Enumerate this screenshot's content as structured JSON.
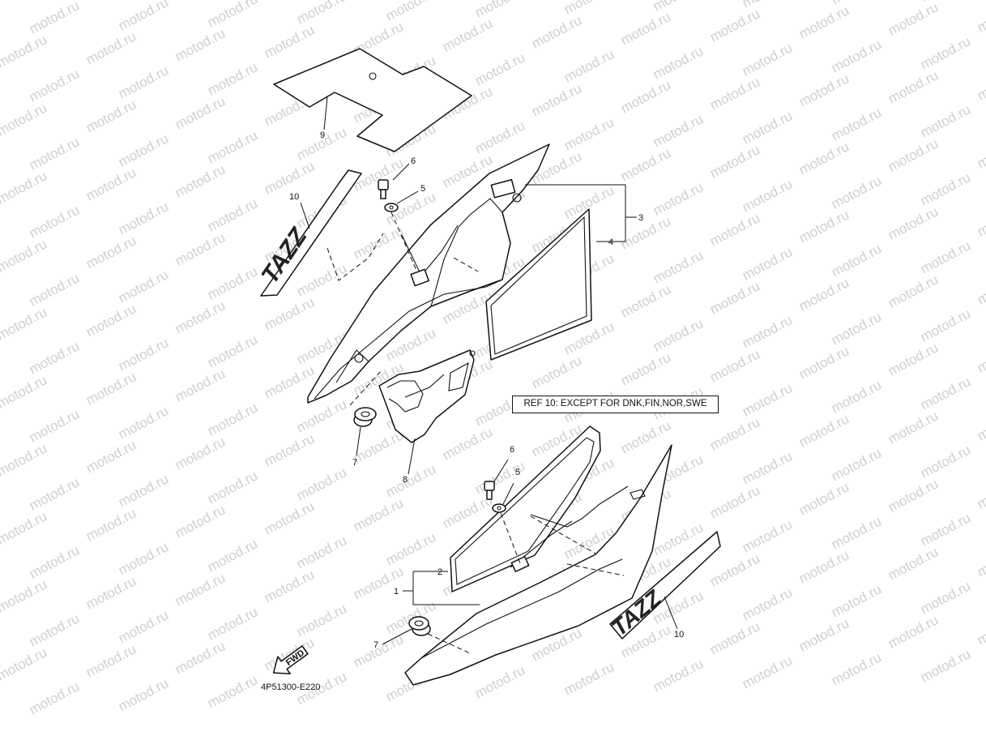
{
  "watermark": "motod.ru",
  "note": "REF 10: EXCEPT FOR DNK,FIN,NOR,SWE",
  "diagram_code": "4P51300-E220",
  "fwd_label": "FWD",
  "decal_text": "TAZZ",
  "callouts": {
    "c1": "1",
    "c2": "2",
    "c3": "3",
    "c4": "4",
    "c5a": "5",
    "c5b": "5",
    "c6a": "6",
    "c6b": "6",
    "c7a": "7",
    "c7b": "7",
    "c8": "8",
    "c9": "9",
    "c10a": "10",
    "c10b": "10"
  }
}
